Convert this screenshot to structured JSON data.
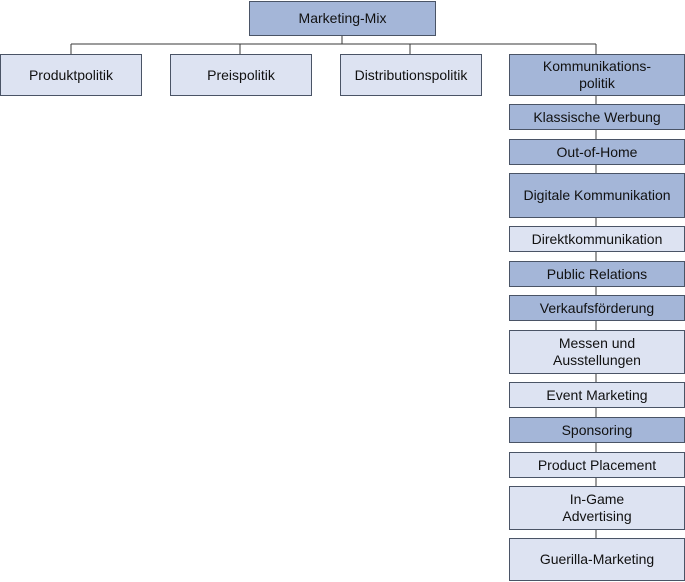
{
  "root": {
    "label": "Marketing-Mix",
    "style": "dark"
  },
  "policies": [
    {
      "label": "Produktpolitik",
      "style": "light"
    },
    {
      "label": "Preispolitik",
      "style": "light"
    },
    {
      "label": "Distributionspolitik",
      "style": "light"
    },
    {
      "label": "Kommunikations-\npolitik",
      "style": "dark"
    }
  ],
  "instruments": [
    {
      "label": "Klassische Werbung",
      "style": "dark"
    },
    {
      "label": "Out-of-Home",
      "style": "dark"
    },
    {
      "label": "Digitale Kommunikation",
      "style": "dark"
    },
    {
      "label": "Direktkommunikation",
      "style": "light"
    },
    {
      "label": "Public Relations",
      "style": "dark"
    },
    {
      "label": "Verkaufsförderung",
      "style": "dark"
    },
    {
      "label": "Messen und\nAusstellungen",
      "style": "light"
    },
    {
      "label": "Event Marketing",
      "style": "light"
    },
    {
      "label": "Sponsoring",
      "style": "dark"
    },
    {
      "label": "Product Placement",
      "style": "light"
    },
    {
      "label": "In-Game\nAdvertising",
      "style": "light"
    },
    {
      "label": "Guerilla-Marketing",
      "style": "light"
    }
  ],
  "colors": {
    "dark_fill": "#a4b6d8",
    "light_fill": "#dde3f2",
    "border": "#4a5466"
  }
}
